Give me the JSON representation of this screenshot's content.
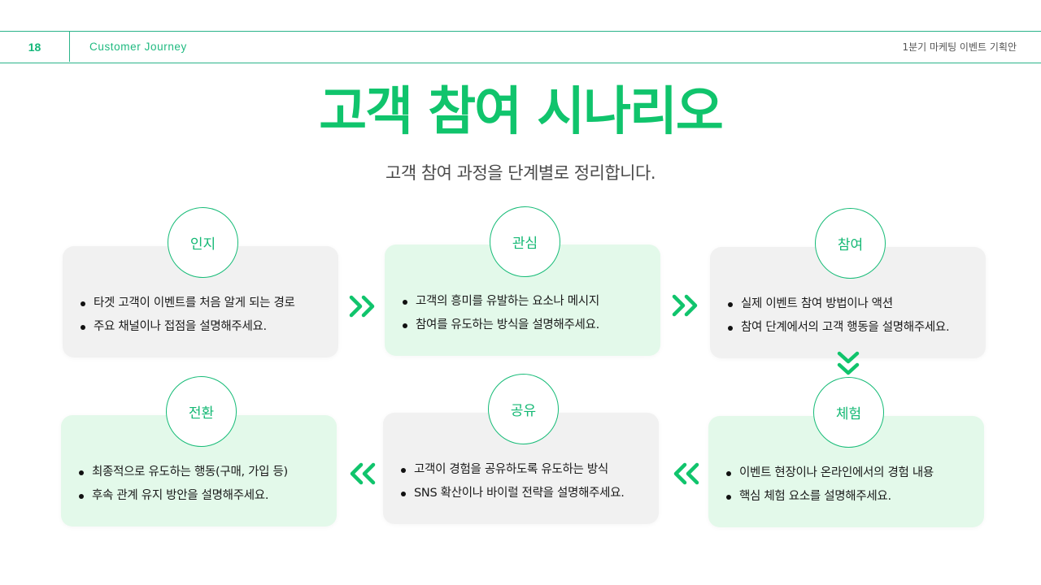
{
  "header": {
    "page_number": "18",
    "section": "Customer Journey",
    "doc_title": "1분기 마케팅 이벤트 기획안"
  },
  "slide": {
    "title": "고객 참여 시나리오",
    "subtitle": "고객 참여 과정을 단계별로 정리합니다."
  },
  "colors": {
    "accent": "#10c46c",
    "line": "#2bb48a",
    "card_grey": "#f1f1f1",
    "card_green": "#e3f9ea"
  },
  "stages": [
    {
      "label": "인지",
      "bullets": [
        "타겟 고객이 이벤트를 처음 알게 되는 경로",
        "주요 채널이나 접점을 설명해주세요."
      ]
    },
    {
      "label": "관심",
      "bullets": [
        "고객의 흥미를 유발하는 요소나 메시지",
        "참여를 유도하는 방식을 설명해주세요."
      ]
    },
    {
      "label": "참여",
      "bullets": [
        "실제 이벤트 참여 방법이나 액션",
        "참여 단계에서의 고객 행동을 설명해주세요."
      ]
    },
    {
      "label": "체험",
      "bullets": [
        "이벤트 현장이나 온라인에서의 경험 내용",
        "핵심 체험 요소를 설명해주세요."
      ]
    },
    {
      "label": "공유",
      "bullets": [
        "고객이 경험을 공유하도록 유도하는 방식",
        "SNS 확산이나 바이럴 전략을 설명해주세요."
      ]
    },
    {
      "label": "전환",
      "bullets": [
        "최종적으로 유도하는 행동(구매, 가입 등)",
        "후속 관계 유지 방안을 설명해주세요."
      ]
    }
  ],
  "icons": {
    "flow_right": "double-chevron-right",
    "flow_down": "double-chevron-down",
    "flow_left": "double-chevron-left"
  }
}
